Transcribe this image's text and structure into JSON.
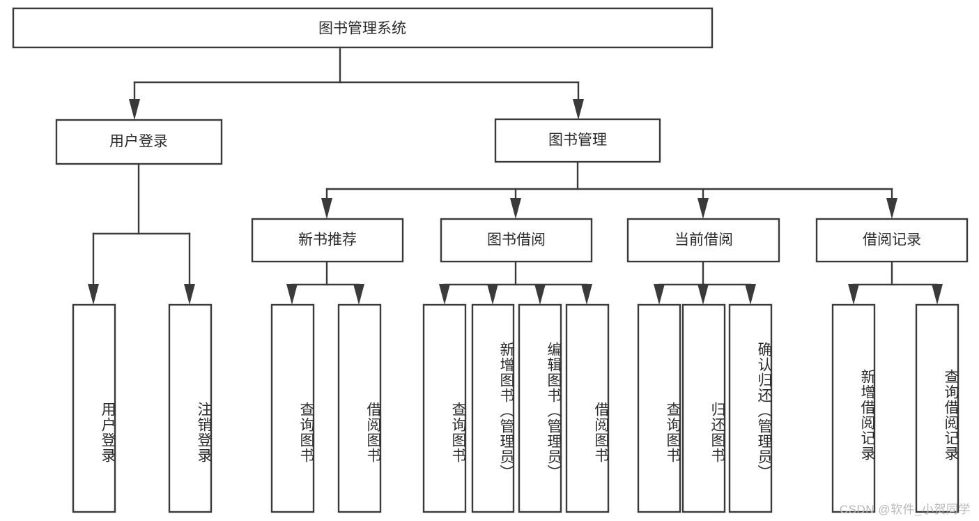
{
  "diagram": {
    "type": "tree-hierarchy-chart",
    "title": "图书管理系统",
    "orientation": "top-down",
    "colors": {
      "box_stroke": "#3a3a3a",
      "box_fill": "#ffffff",
      "connector": "#3a3a3a",
      "text": "#2b2b2b",
      "watermark": "#b9b9b9",
      "background": "#ffffff"
    },
    "levels": {
      "root": {
        "label": "图书管理系统"
      },
      "level2": [
        {
          "label": "用户登录"
        },
        {
          "label": "图书管理"
        }
      ],
      "level3": [
        {
          "label": "新书推荐"
        },
        {
          "label": "图书借阅"
        },
        {
          "label": "当前借阅"
        },
        {
          "label": "借阅记录"
        }
      ],
      "leaves": {
        "user_login": [
          {
            "label": "用户登录"
          },
          {
            "label": "注销登录"
          }
        ],
        "new_book_recommend": [
          {
            "label": "查询图书"
          },
          {
            "label": "借阅图书"
          }
        ],
        "book_borrow": [
          {
            "label": "查询图书"
          },
          {
            "label": "新增图书（管理员）"
          },
          {
            "label": "编辑图书（管理员）"
          },
          {
            "label": "借阅图书"
          }
        ],
        "current_borrow": [
          {
            "label": "查询图书"
          },
          {
            "label": "归还图书"
          },
          {
            "label": "确认归还（管理员）"
          }
        ],
        "borrow_record": [
          {
            "label": "新增借阅记录"
          },
          {
            "label": "查询借阅记录"
          }
        ]
      }
    },
    "watermark": "CSDN @软件_小贺同学"
  }
}
